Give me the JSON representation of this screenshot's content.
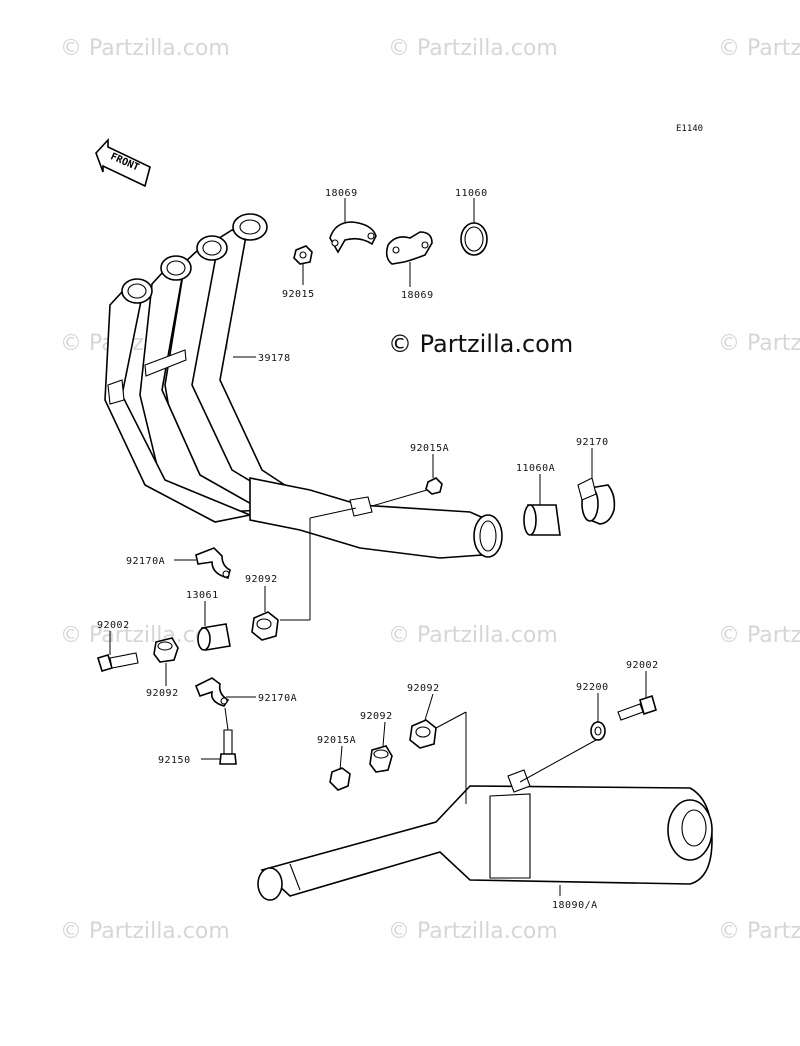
{
  "diagram_code": "E1140",
  "front_label": "FRONT",
  "watermark": {
    "main": "© Partzilla.com",
    "faint": "© Partzilla.com"
  },
  "parts": {
    "p18069_top": "18069",
    "p11060": "11060",
    "p92015": "92015",
    "p18069_bottom": "18069",
    "p39178": "39178",
    "p92015a_top": "92015A",
    "p11060a": "11060A",
    "p92170": "92170",
    "p92170a_top": "92170A",
    "p92092_a": "92092",
    "p13061": "13061",
    "p92002_left": "92002",
    "p92092_b": "92092",
    "p92170a_bottom": "92170A",
    "p92150": "92150",
    "p92092_c": "92092",
    "p92092_d": "92092",
    "p92015a_bottom": "92015A",
    "p92200": "92200",
    "p92002_right": "92002",
    "p18090a": "18090/A"
  }
}
